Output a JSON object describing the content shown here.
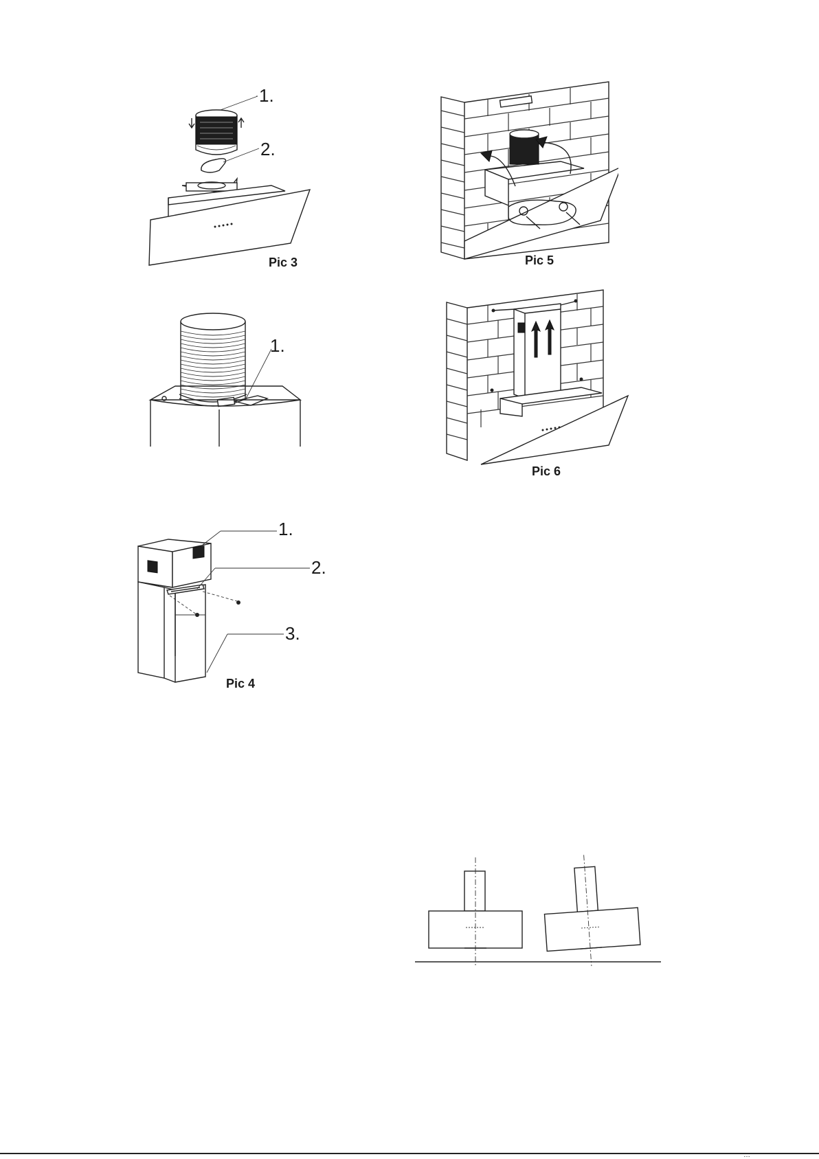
{
  "figures": {
    "pic3": {
      "caption": "Pic 3",
      "callouts": [
        "1.",
        "2."
      ]
    },
    "clamp": {
      "callouts": [
        "1."
      ]
    },
    "pic4": {
      "caption": "Pic 4",
      "callouts": [
        "1.",
        "2.",
        "3."
      ]
    },
    "pic5": {
      "caption": "Pic 5"
    },
    "pic6": {
      "caption": "Pic 6"
    },
    "alignment": {
      "caption": ""
    }
  },
  "footer": {
    "fragment": "…"
  }
}
